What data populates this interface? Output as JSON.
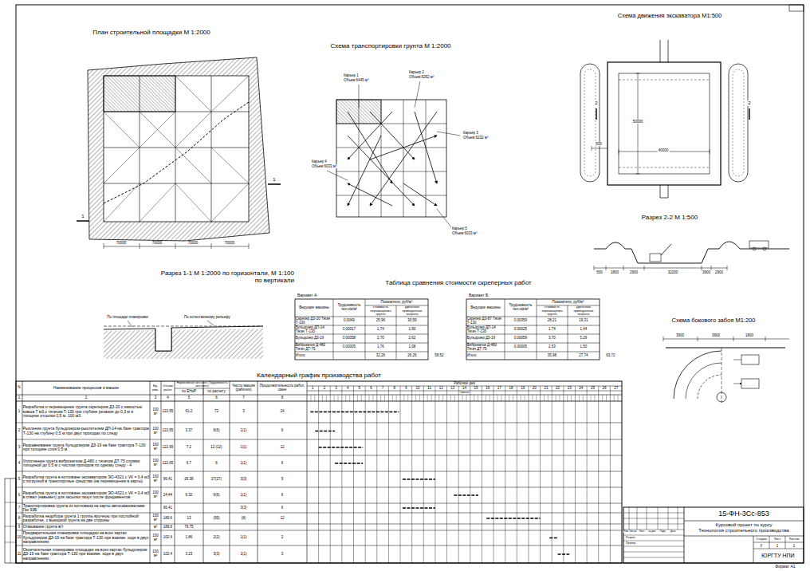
{
  "diagram": {
    "labels": [
      "План строительной площадки М 1:2000",
      "Схема транспортировки грунта М 1:2000",
      "Схема движения экскаватора М1:500",
      "Разрез 2-2 М 1:500",
      "Разрез 1-1 М 1:2000 по горизонтали, М 1:100 по вертикали",
      "Таблица сравнения стоимости скреперных работ",
      "Схема бокового забоя М1:200",
      "Календарный график производства работ",
      "70000",
      "70000",
      "70000",
      "70000",
      "1",
      "1",
      "Карьер 1",
      "Объем 6445 м³",
      "Карьер 2",
      "Объем 6252 м³",
      "Карьер 3",
      "Объем 6232 м³",
      "Карьер 4",
      "Объем 6033 м³",
      "Карьер 5",
      "Объем 6033 м³",
      "50000",
      "40000",
      "500",
      "2",
      "2",
      "500",
      "1800",
      "2900",
      "32200",
      "3900",
      "2900",
      "3900",
      "3900",
      "1800",
      "По площади планировки",
      "По естественному рельефу",
      "Вариант А:",
      "Вариант Б:",
      "15-ФН-3Сс-853",
      "Курсовой проект по курсу",
      "Технология строительного производства",
      "Стадия",
      "Лист",
      "Листов",
      "У",
      "1",
      "1",
      "ЮРГТУ НПИ",
      "Изм.",
      "Кол.уч",
      "Лист",
      "№ док.",
      "Подп.",
      "Дата",
      "Разраб.",
      "Провер.",
      "Формат А1",
      "Ведущие машины",
      "Трудоемкость чел-см/м³",
      "Показатели, руб/м³",
      "стоимость перемещения грунта",
      "удельные приведенные затраты",
      "Скрепер Д3-20 Тягач Т-130",
      "0,0049",
      "25,96",
      "30,59",
      "Бульдозер ДП-14 Тягач Т-130",
      "0,00017",
      "1,74",
      "1,90",
      "Бульдозер Д3-19",
      "0,00058",
      "2,70",
      "2,62",
      "Виброкаток Д-480 Тягач ДТ-75",
      "0,00005",
      "1,76",
      "1,08",
      "Итого",
      "32,26",
      "26,26",
      "58,52",
      "Ведущие машины",
      "Трудоемкость чел-см/м³",
      "Показатели, руб/м³",
      "стоимость перемещения грунта",
      "удельные приведенные затраты",
      "Скрепер Д3-87 Тягач Т-130",
      "0,00359",
      "28,21",
      "19,31",
      "Бульдозер ДП-14 Тягач Т-130",
      "0,00025",
      "1,74",
      "1,44",
      "Бульдозер Д3-19",
      "0,00059",
      "3,70",
      "5,29",
      "Виброкаток Д-480 Тягач ДТ-75",
      "0,00005",
      "2,53",
      "1,50",
      "Итого",
      "35,98",
      "27,74",
      "63,72",
      "N",
      "Наименование процессов и машин",
      "Ед. изм.",
      "Объем работ",
      "Нормативная чел-смен (Трудоемкость чел-смен)",
      "по ЕНиР",
      "по расчету",
      "Число машин (рабочих)",
      "Продолжительность работ, смен",
      "Рабочие дни",
      "1",
      "2",
      "3",
      "4",
      "5",
      "6",
      "7",
      "8",
      "9",
      "10",
      "11",
      "12",
      "13",
      "14",
      "15",
      "16",
      "17",
      "18",
      "19",
      "20",
      "21",
      "22",
      "23",
      "24",
      "25",
      "26",
      "27",
      "Смены",
      "1",
      "2",
      "3",
      "4",
      "5",
      "6",
      "7",
      "8",
      "1",
      "Разработка и перемещение грунта скрепером Д3-20 с емкостью ковша 7 м3 с тягачом Т-130 при глубине резания до 0,3 м и толщине отсыпки 0,5 м, 100 м3.",
      "100 м³",
      "122,65",
      "61,2",
      "72",
      "3",
      "24",
      "2",
      "Рыхление грунта бульдозером-рыхлителем ДП-14 на базе трактора Т-130 на глубину 0,5 м при двух проходах по следу",
      "100 м³",
      "122,65",
      "3,37",
      "6(6)",
      "1(1)",
      "6",
      "3",
      "Разравнивание грунта бульдозером ДЗ-19 на базе трактора Т-130 при толщине слоя 0,5 м",
      "100 м³",
      "122,65",
      "7,2",
      "12 (12)",
      "1(1)",
      "12",
      "4",
      "Уплотнение грунта виброкатком Д-480 с тягачом ДТ-75 слоями толщиной до 0,5 м с числом проходов по одному следу - 4",
      "100 м³",
      "122,65",
      "6,7",
      "6",
      "1(1)",
      "6",
      "5",
      "Разработка грунта в котловане экскаватором ЭО-4321 с VК = 0,4 м3 с погрузкой в транспортные средства (на перемещение в карты)",
      "100 м³",
      "96,41",
      "26,38",
      "27(27)",
      "3(3)",
      "9",
      "6",
      "Разработка грунта в котловане экскаватором ЭО-4321 с VК = 0,4 м3 в отвал (навымет) для засыпки пазух после фундаментов",
      "100 м³",
      "24,44",
      "6,32",
      "6(6)",
      "1(1)",
      "6",
      "7",
      "Транспортировка грунта из котлована на карты автосамосвалами Газ 93Б",
      "96,41",
      "3(3)",
      "6",
      "8",
      "Разработка недобора грунта 1 группы вручную при послойной разработке, с выкидкой грунта на две стороны",
      "100 м³",
      "189,6",
      "13",
      "(95)",
      "(8)",
      "12",
      "9",
      "Отмывание грунта в/т",
      "м³",
      "189,6",
      "79,75",
      "10",
      "Предварительная планировка площадки на всех картах бульдозером ДЗ-19 на базе трактора Т-130 при взаимн. ходе в двух направлениях",
      "100 м²",
      "102,4",
      "1,86",
      "2(2)",
      "1(1)",
      "2",
      "11",
      "Окончательная планировка площадки на всех картах бульдозером ДЗ-19 на базе трактора Т-130 при взаимн. ходе в двух направлениях",
      "100 м²",
      "102,4",
      "3,23",
      "3(3)",
      "1(1)",
      "3"
    ]
  }
}
